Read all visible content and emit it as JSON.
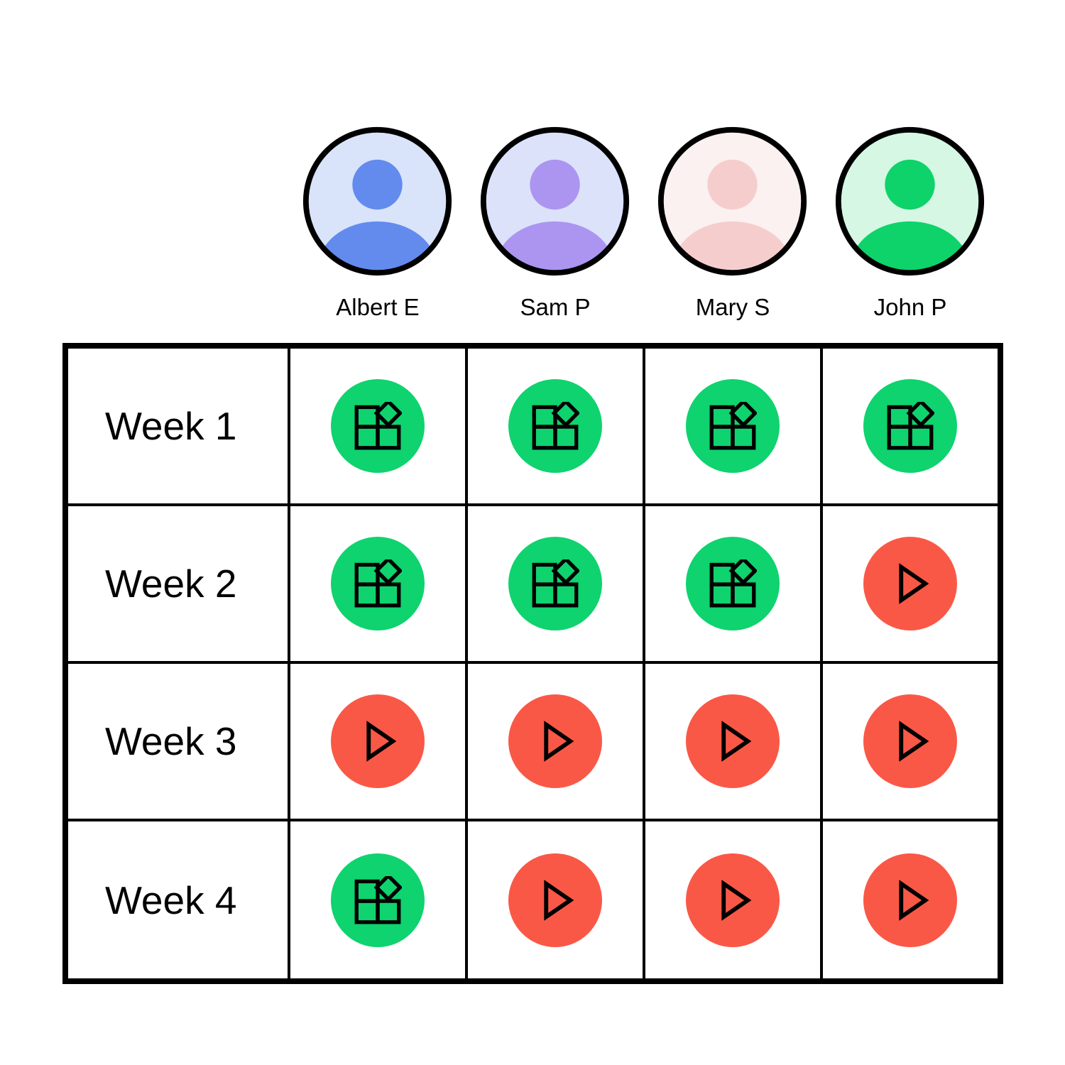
{
  "header": {
    "people": [
      {
        "name": "Albert E",
        "avatar_icon": "person-icon",
        "avatar_bg": "#d9e3fa",
        "avatar_fg": "#638bee"
      },
      {
        "name": "Sam P",
        "avatar_icon": "person-icon",
        "avatar_bg": "#dce2fa",
        "avatar_fg": "#ac95f0"
      },
      {
        "name": "Mary S",
        "avatar_icon": "person-icon",
        "avatar_bg": "#faf1f0",
        "avatar_fg": "#f6cdcd"
      },
      {
        "name": "John P",
        "avatar_icon": "person-icon",
        "avatar_bg": "#d5f7e4",
        "avatar_fg": "#0dd36a"
      }
    ]
  },
  "table": {
    "week_labels": [
      "Week 1",
      "Week 2",
      "Week 3",
      "Week 4"
    ],
    "grid": [
      [
        "blocks",
        "blocks",
        "blocks",
        "blocks"
      ],
      [
        "blocks",
        "blocks",
        "blocks",
        "play"
      ],
      [
        "play",
        "play",
        "play",
        "play"
      ],
      [
        "blocks",
        "play",
        "play",
        "play"
      ]
    ],
    "status_types": {
      "blocks": {
        "icon": "blocks-icon",
        "color": "#0ed36e"
      },
      "play": {
        "icon": "play-icon",
        "color": "#fa5846"
      }
    }
  },
  "colors": {
    "line": "#000000",
    "background": "#ffffff"
  }
}
